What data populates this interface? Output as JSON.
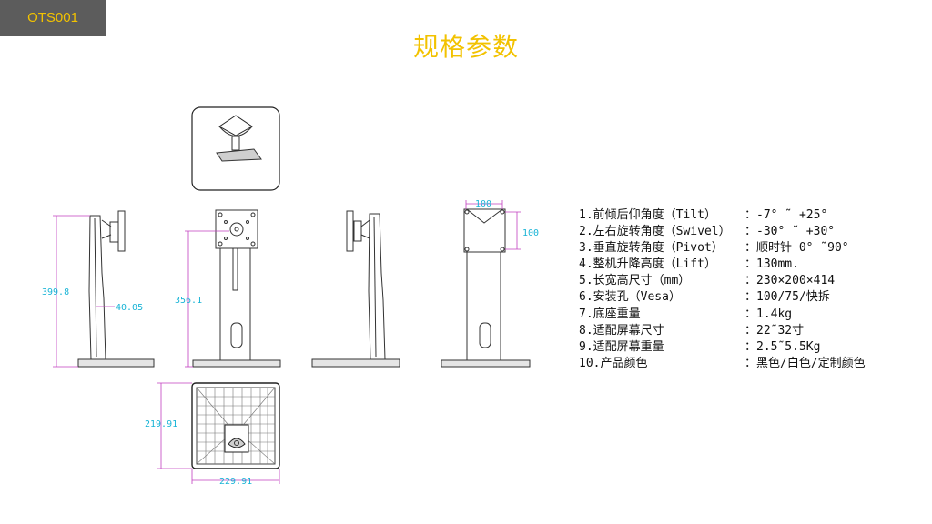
{
  "badge": {
    "label": "OTS001"
  },
  "title": "规格参数",
  "dimensions": {
    "side_height": "399.8",
    "side_width": "40.05",
    "front_height": "356.1",
    "back_width": "100",
    "back_height": "100",
    "base_depth": "219.91",
    "base_width": "229.91"
  },
  "specs": [
    {
      "label": "1.前倾后仰角度（Tilt）",
      "value": "：-7°  ˜ +25°"
    },
    {
      "label": "2.左右旋转角度（Swivel）",
      "value": "：-30°  ˜ +30°"
    },
    {
      "label": "3.垂直旋转角度（Pivot）",
      "value": "：顺时针 0° ˜90°"
    },
    {
      "label": "4.整机升降高度（Lift）",
      "value": "：130mm."
    },
    {
      "label": "5.长宽高尺寸（mm）",
      "value": "：230×200×414"
    },
    {
      "label": "6.安装孔（Vesa）",
      "value": "：100/75/快拆"
    },
    {
      "label": "7.底座重量",
      "value": "：1.4kg"
    },
    {
      "label": "8.适配屏幕尺寸",
      "value": "：22˜32寸"
    },
    {
      "label": "9.适配屏幕重量",
      "value": "：2.5˜5.5Kg"
    },
    {
      "label": "10.产品颜色",
      "value": "：黑色/白色/定制颜色"
    }
  ],
  "colors": {
    "accent": "#f2c200",
    "badge_bg": "#5c5c5c",
    "dimension_line": "#c23fbf",
    "dimension_text": "#19b4d6"
  }
}
